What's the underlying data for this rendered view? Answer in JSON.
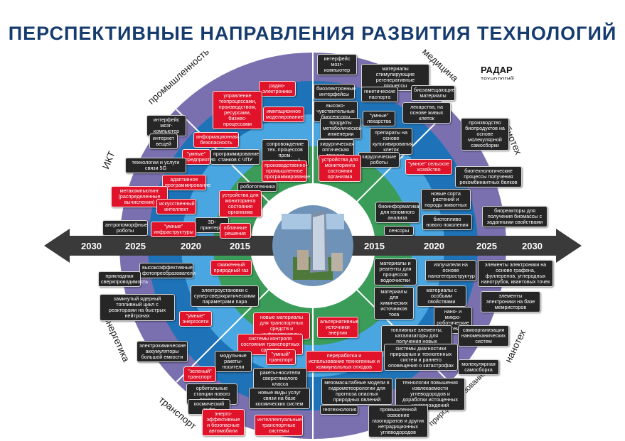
{
  "title": "ПЕРСПЕКТИВНЫЕ НАПРАВЛЕНИЯ РАЗВИТИЯ ТЕХНОЛОГИЙ",
  "radar_tag": "РАДАР",
  "radar_tag_sub": "технологий",
  "colors": {
    "outer_ring": "#7a70b0",
    "ring_2025": "#1e73b8",
    "ring_2020": "#4aa6e0",
    "ring_2015": "#3a9c58",
    "axis": "#3a3a3a",
    "label_dark": "#262626",
    "label_red": "#e1132a",
    "title": "#163b6e"
  },
  "sectors": [
    "промышленность",
    "медицина",
    "биотех",
    "нанотех",
    "природопользование",
    "транспорт",
    "энергетика",
    "ИКТ"
  ],
  "years_left": [
    "2030",
    "2025",
    "2020",
    "2015"
  ],
  "years_right": [
    "2015",
    "2020",
    "2025",
    "2030"
  ],
  "labels": {
    "ind": [
      "радио-электроника",
      "управление техпроцессами, производством, ресурсами, бизнес-процессами",
      "имитационное моделирование",
      "информационная безопасность",
      "сопровождение тех. процессов пром. предприятий",
      "программирование станков с ЧПУ",
      "\"умные\" предприятия",
      "производственно-промышленное программирование",
      "робототехника",
      "устройства для мониторинга состояния организма",
      "3D-принтеры",
      "облачные решения"
    ],
    "med": [
      "интерфейс мозг-компьютер",
      "материалы стимулирующие регенеративные процессы",
      "биоэлектронные интерфейсы",
      "генетические паспорта",
      "биозамещающие материалы",
      "высоко-чувствительные биосенсоры",
      "лекарства, на основе живых клеток",
      "\"умные\" лекарства",
      "продукты метаболической инженерии",
      "препараты на основе культивирования клеток",
      "хирургическая оптическая техника",
      "хирургические роботы",
      "устройства для мониторинга состояния организма"
    ],
    "bio": [
      "производство биопродуктов на основе молекулярной самосборки",
      "\"умное\" сельское хозяйство",
      "биотехнологические процессы получения рекомбинантных белков",
      "новые сорта растений и породы животных",
      "биореакторы для получения биомассы с заданными свойствами",
      "биоинформатика для геномного анализа",
      "биотопливо нового поколения",
      "сенсоры"
    ],
    "nano": [
      "материалы и реагенты для процессов водоочистки",
      "излучатели на основе наногетероструктур",
      "элементы электроники на основе графена, фуллеренов, углеродных нанотрубок, квантовых точек",
      "материалы для химических источников тока",
      "материалы с особыми свойствами",
      "элементы электроники на базе мемристоров",
      "нано- и микро-роботические системы",
      "топливные элементы, катализаторы для получения новых энергоносителей",
      "самоорганизация наномеханических систем",
      "молекулярная самосборка"
    ],
    "eco": [
      "альтернативные источники энергии",
      "системы диагностики природных и техногенных систем и раннего оповещения о катастрофах",
      "переработка и использование техногенных и коммунальных отходов",
      "мезомасштабные модели в гидрометеорологии для прогноза опасных природных явлений",
      "технологии повышения извлекаемости углеводородов и доработки истощенных месторождений",
      "геотехнология",
      "промышленной освоение газогидратов и других нетрадиционных углеводородов"
    ],
    "trans": [
      "новые материалы для транспортных средств и инфраструктуры",
      "системы контроля состояния транспортных средств",
      "\"умный\" транспорт",
      "модульные ракеты-носители",
      "\"зеленый\" транспорт",
      "ракеты-носители сверхтяжелого класса",
      "орбитальные станции нового поколения",
      "новые виды услуг связи на базе космических систем",
      "космический лифт",
      "энерго-эффективные и безопасные автомобили",
      "интеллектуальные транспортные системы"
    ],
    "energy": [
      "сжиженный природный газ",
      "высокоэффективные фотопреобразователи",
      "прикладная сверхпроводимость",
      "электроустановки с супер-сверхкритическими параметрами пара",
      "замкнутый ядерный топливный цикл с реакторами на быстрых нейтронах",
      "\"умные\" энергосети",
      "электрохимические аккумуляторы большой емкости"
    ],
    "ict": [
      "интерфейс мозг-компьютер",
      "интернет вещей",
      "технологии и услуги связи 5G",
      "адаптивное программирование",
      "метакомпьютинг (распределенные вычисления)",
      "искусственный интеллект",
      "антропоморфные роботы",
      "\"умные\" инфраструктуры"
    ]
  }
}
